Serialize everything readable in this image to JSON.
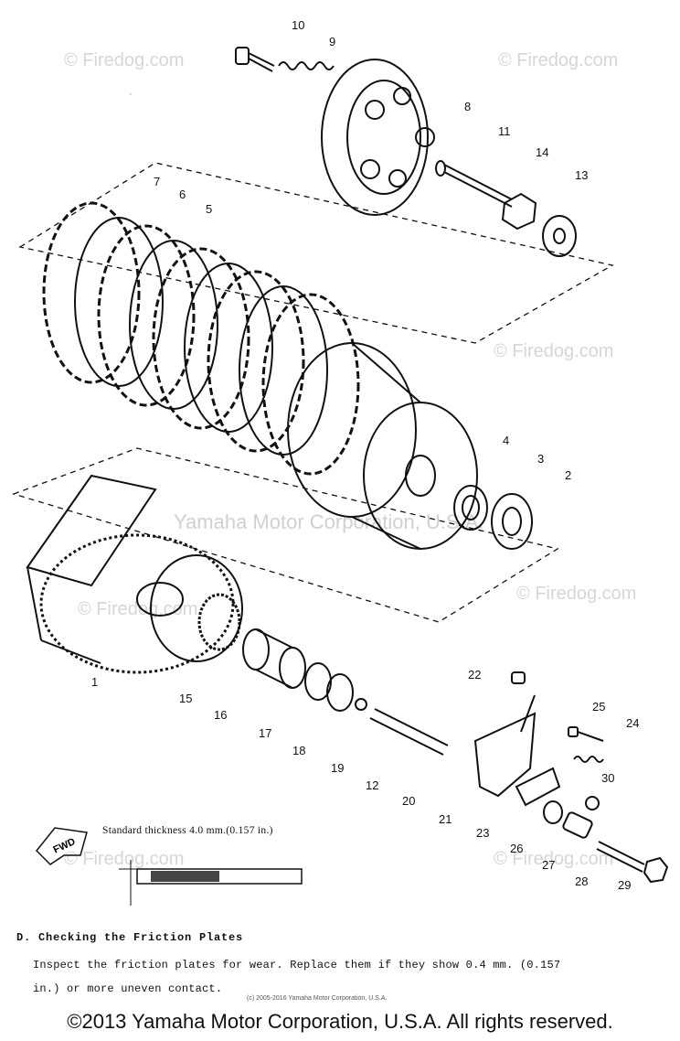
{
  "watermarks": {
    "text": "© Firedog.com",
    "center_text": "Yamaha Motor Corporation, U.S.A."
  },
  "callouts": [
    "1",
    "2",
    "3",
    "4",
    "5",
    "6",
    "7",
    "8",
    "9",
    "10",
    "11",
    "12",
    "13",
    "14",
    "15",
    "16",
    "17",
    "18",
    "19",
    "20",
    "21",
    "22",
    "23",
    "24",
    "25",
    "26",
    "27",
    "28",
    "29",
    "30"
  ],
  "thickness_note": "Standard thickness 4.0 mm.(0.157 in.)",
  "fwd_label": "FWD",
  "section": {
    "title": "D. Checking the Friction Plates",
    "body_line1": "Inspect the friction plates for wear. Replace them if they show 0.4 mm. (0.157",
    "body_line2": "in.) or more uneven contact."
  },
  "page_footer": "(c) 2005-2016 Yamaha Motor Corporation, U.S.A.",
  "copyright": "©2013 Yamaha Motor Corporation, U.S.A. All rights reserved."
}
